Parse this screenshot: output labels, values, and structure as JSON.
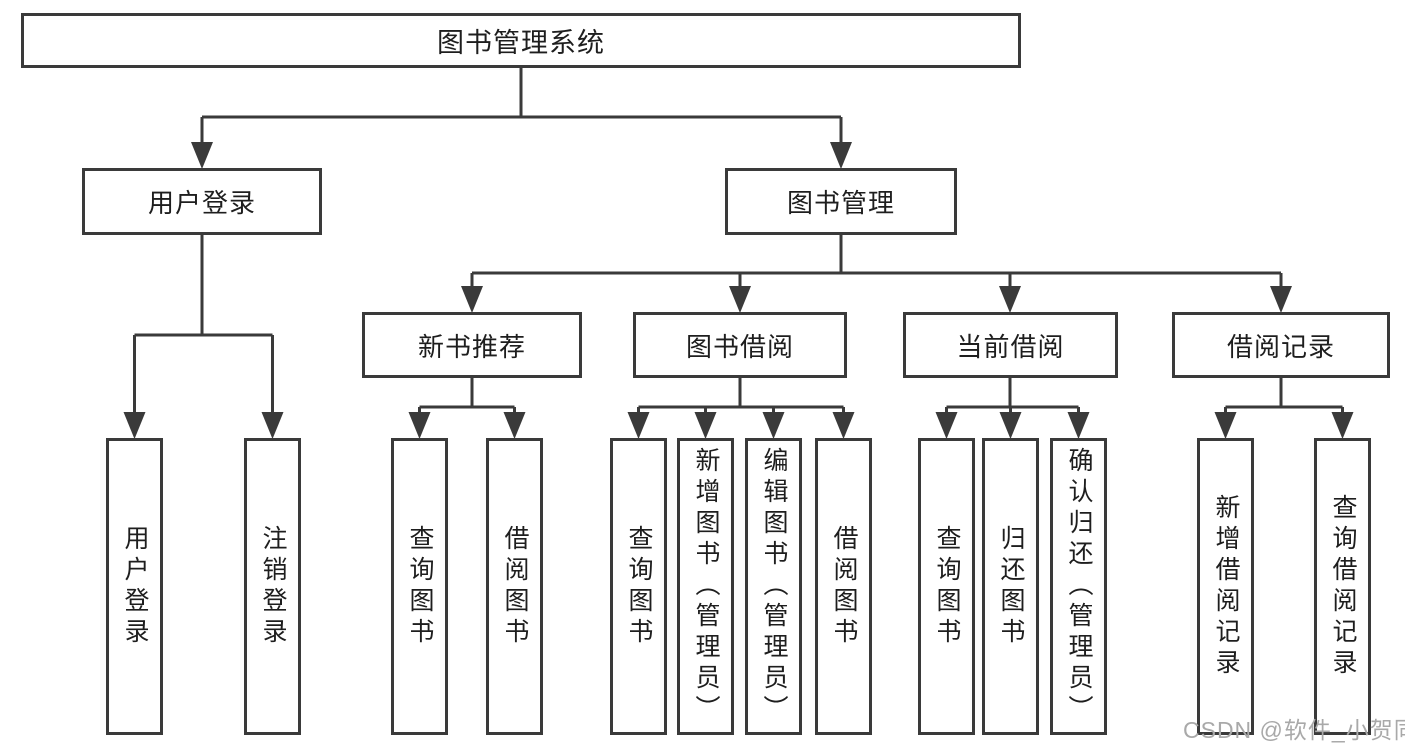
{
  "diagram": {
    "root": {
      "label": "图书管理系统",
      "children": [
        {
          "label": "用户登录",
          "children": [
            {
              "label": "用户登录"
            },
            {
              "label": "注销登录"
            }
          ]
        },
        {
          "label": "图书管理",
          "children": [
            {
              "label": "新书推荐",
              "children": [
                {
                  "label": "查询图书"
                },
                {
                  "label": "借阅图书"
                }
              ]
            },
            {
              "label": "图书借阅",
              "children": [
                {
                  "label": "查询图书"
                },
                {
                  "label": "新增图书（管理员）"
                },
                {
                  "label": "编辑图书（管理员）"
                },
                {
                  "label": "借阅图书"
                }
              ]
            },
            {
              "label": "当前借阅",
              "children": [
                {
                  "label": "查询图书"
                },
                {
                  "label": "归还图书"
                },
                {
                  "label": "确认归还（管理员）"
                }
              ]
            },
            {
              "label": "借阅记录",
              "children": [
                {
                  "label": "新增借阅记录"
                },
                {
                  "label": "查询借阅记录"
                }
              ]
            }
          ]
        }
      ]
    },
    "watermark": "CSDN @软件_小贺同学"
  },
  "colors": {
    "line": "#3a3a3a",
    "text": "#1e1e1e",
    "watermark": "#a9a9a9",
    "background": "#ffffff"
  }
}
